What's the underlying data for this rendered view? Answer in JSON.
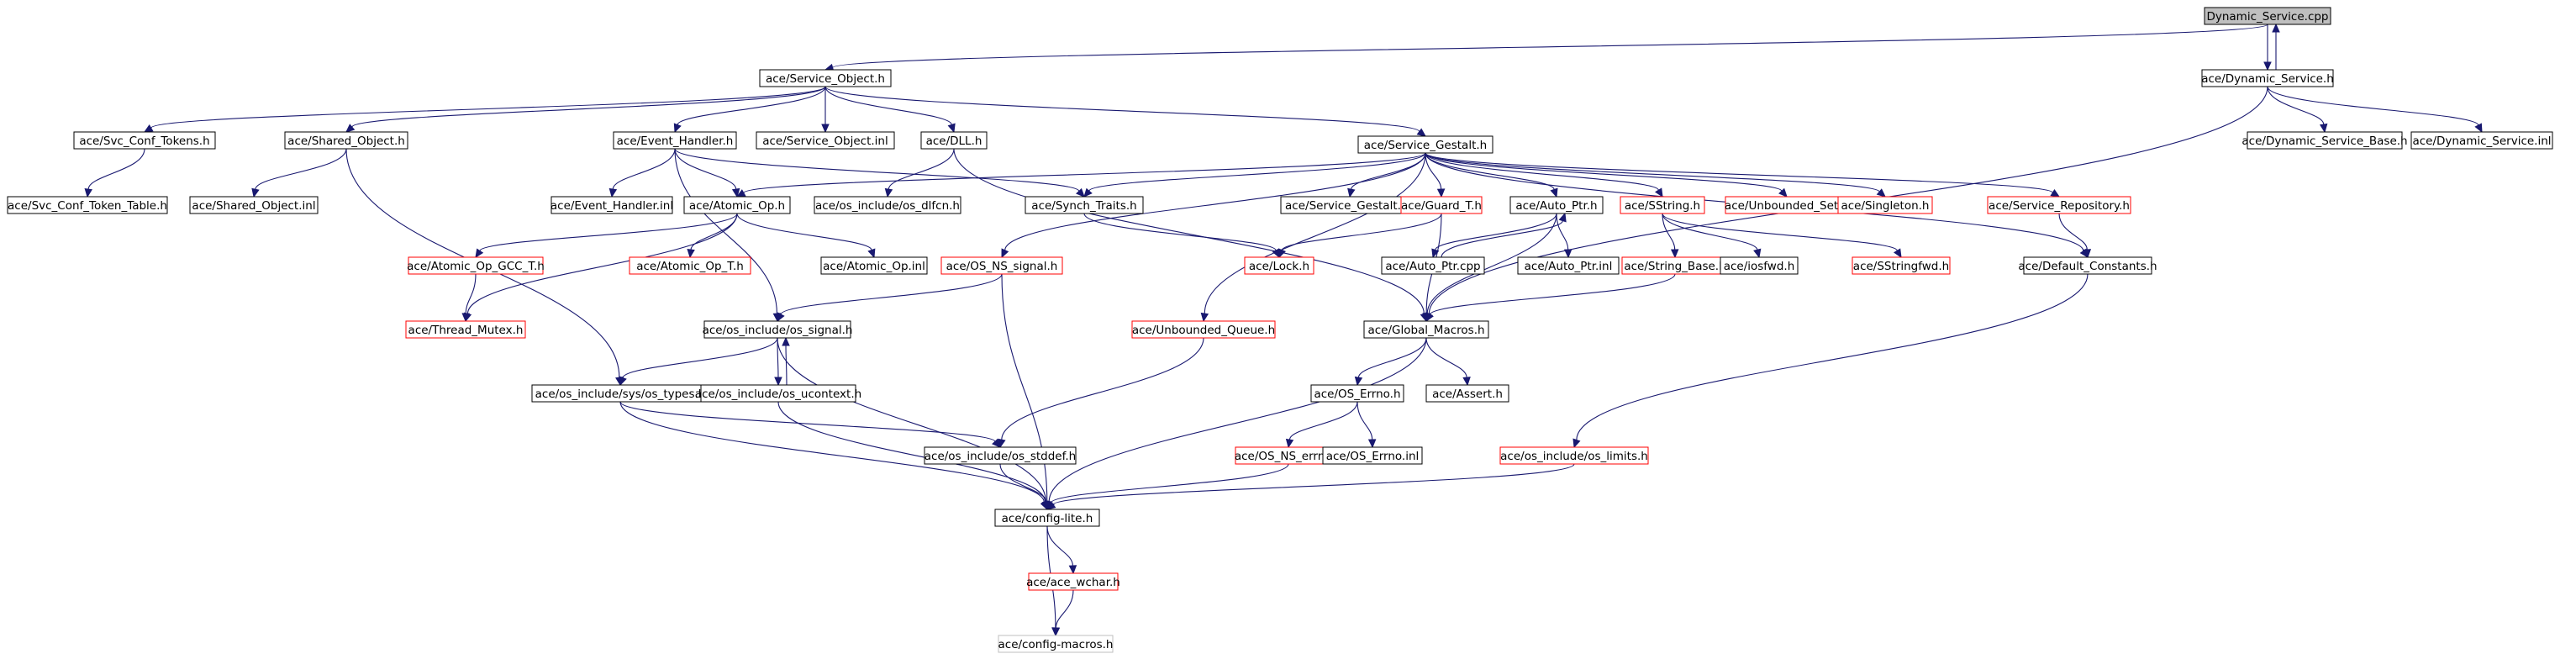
{
  "colors": {
    "edge": "#191970",
    "node_fill": "#ffffff",
    "node_border": "#000000",
    "node_border_incomplete": "#ff0000",
    "node_border_external": "#bfbfbf",
    "root_fill": "#bfbfbf"
  },
  "nodes": [
    {
      "id": "root",
      "label": "Dynamic_Service.cpp",
      "style": "root"
    },
    {
      "id": "dynh",
      "label": "ace/Dynamic_Service.h",
      "style": "normal"
    },
    {
      "id": "so",
      "label": "ace/Service_Object.h",
      "style": "normal"
    },
    {
      "id": "dsb",
      "label": "ace/Dynamic_Service_Base.h",
      "style": "normal"
    },
    {
      "id": "dsinl",
      "label": "ace/Dynamic_Service.inl",
      "style": "normal"
    },
    {
      "id": "sct",
      "label": "ace/Svc_Conf_Tokens.h",
      "style": "normal"
    },
    {
      "id": "shob",
      "label": "ace/Shared_Object.h",
      "style": "normal"
    },
    {
      "id": "eh",
      "label": "ace/Event_Handler.h",
      "style": "normal"
    },
    {
      "id": "soinl",
      "label": "ace/Service_Object.inl",
      "style": "normal"
    },
    {
      "id": "dll",
      "label": "ace/DLL.h",
      "style": "normal"
    },
    {
      "id": "sg",
      "label": "ace/Service_Gestalt.h",
      "style": "normal"
    },
    {
      "id": "sctt",
      "label": "ace/Svc_Conf_Token_Table.h",
      "style": "normal"
    },
    {
      "id": "shoinl",
      "label": "ace/Shared_Object.inl",
      "style": "normal"
    },
    {
      "id": "ehinl",
      "label": "ace/Event_Handler.inl",
      "style": "normal"
    },
    {
      "id": "aop",
      "label": "ace/Atomic_Op.h",
      "style": "normal"
    },
    {
      "id": "dlfcn",
      "label": "ace/os_include/os_dlfcn.h",
      "style": "normal"
    },
    {
      "id": "synch",
      "label": "ace/Synch_Traits.h",
      "style": "normal"
    },
    {
      "id": "sginl",
      "label": "ace/Service_Gestalt.inl",
      "style": "normal"
    },
    {
      "id": "guard",
      "label": "ace/Guard_T.h",
      "style": "incomplete"
    },
    {
      "id": "autoptr",
      "label": "ace/Auto_Ptr.h",
      "style": "normal"
    },
    {
      "id": "sstring",
      "label": "ace/SString.h",
      "style": "incomplete"
    },
    {
      "id": "useth",
      "label": "ace/Unbounded_Set.h",
      "style": "incomplete"
    },
    {
      "id": "singleton",
      "label": "ace/Singleton.h",
      "style": "incomplete"
    },
    {
      "id": "srep",
      "label": "ace/Service_Repository.h",
      "style": "incomplete"
    },
    {
      "id": "aopgcc",
      "label": "ace/Atomic_Op_GCC_T.h",
      "style": "incomplete"
    },
    {
      "id": "aopt",
      "label": "ace/Atomic_Op_T.h",
      "style": "incomplete"
    },
    {
      "id": "aopinl",
      "label": "ace/Atomic_Op.inl",
      "style": "normal"
    },
    {
      "id": "osnssig",
      "label": "ace/OS_NS_signal.h",
      "style": "incomplete"
    },
    {
      "id": "lock",
      "label": "ace/Lock.h",
      "style": "incomplete"
    },
    {
      "id": "autoptrcpp",
      "label": "ace/Auto_Ptr.cpp",
      "style": "normal"
    },
    {
      "id": "autoptrinl",
      "label": "ace/Auto_Ptr.inl",
      "style": "normal"
    },
    {
      "id": "strbase",
      "label": "ace/String_Base.h",
      "style": "incomplete"
    },
    {
      "id": "iosfwd",
      "label": "ace/iosfwd.h",
      "style": "normal"
    },
    {
      "id": "sstrfwd",
      "label": "ace/SStringfwd.h",
      "style": "incomplete"
    },
    {
      "id": "defc",
      "label": "ace/Default_Constants.h",
      "style": "normal"
    },
    {
      "id": "tmutex",
      "label": "ace/Thread_Mutex.h",
      "style": "incomplete"
    },
    {
      "id": "ossignal",
      "label": "ace/os_include/os_signal.h",
      "style": "normal"
    },
    {
      "id": "uqueue",
      "label": "ace/Unbounded_Queue.h",
      "style": "incomplete"
    },
    {
      "id": "gmac",
      "label": "ace/Global_Macros.h",
      "style": "normal"
    },
    {
      "id": "systypes",
      "label": "ace/os_include/sys/os_types.h",
      "style": "normal"
    },
    {
      "id": "ucontext",
      "label": "ace/os_include/os_ucontext.h",
      "style": "normal"
    },
    {
      "id": "oserrno",
      "label": "ace/OS_Errno.h",
      "style": "normal"
    },
    {
      "id": "assert",
      "label": "ace/Assert.h",
      "style": "normal"
    },
    {
      "id": "stddef",
      "label": "ace/os_include/os_stddef.h",
      "style": "normal"
    },
    {
      "id": "osnserrno",
      "label": "ace/OS_NS_errno.h",
      "style": "incomplete"
    },
    {
      "id": "oserrnoinl",
      "label": "ace/OS_Errno.inl",
      "style": "normal"
    },
    {
      "id": "limits",
      "label": "ace/os_include/os_limits.h",
      "style": "incomplete"
    },
    {
      "id": "cfglite",
      "label": "ace/config-lite.h",
      "style": "normal"
    },
    {
      "id": "wchar",
      "label": "ace/ace_wchar.h",
      "style": "incomplete"
    },
    {
      "id": "cfgmac",
      "label": "ace/config-macros.h",
      "style": "external"
    }
  ],
  "edges": [
    [
      "root",
      "dynh"
    ],
    [
      "root",
      "so"
    ],
    [
      "dynh",
      "root"
    ],
    [
      "dynh",
      "dsb"
    ],
    [
      "dynh",
      "dsinl"
    ],
    [
      "dynh",
      "gmac"
    ],
    [
      "so",
      "sct"
    ],
    [
      "so",
      "shob"
    ],
    [
      "so",
      "eh"
    ],
    [
      "so",
      "soinl"
    ],
    [
      "so",
      "dll"
    ],
    [
      "so",
      "sg"
    ],
    [
      "sct",
      "sctt"
    ],
    [
      "shob",
      "shoinl"
    ],
    [
      "shob",
      "systypes"
    ],
    [
      "eh",
      "ehinl"
    ],
    [
      "eh",
      "aop"
    ],
    [
      "eh",
      "synch"
    ],
    [
      "eh",
      "ossignal"
    ],
    [
      "dll",
      "dlfcn"
    ],
    [
      "dll",
      "gmac"
    ],
    [
      "sg",
      "aop"
    ],
    [
      "sg",
      "synch"
    ],
    [
      "sg",
      "sginl"
    ],
    [
      "sg",
      "guard"
    ],
    [
      "sg",
      "autoptr"
    ],
    [
      "sg",
      "sstring"
    ],
    [
      "sg",
      "useth"
    ],
    [
      "sg",
      "singleton"
    ],
    [
      "sg",
      "srep"
    ],
    [
      "sg",
      "osnssig"
    ],
    [
      "sg",
      "uqueue"
    ],
    [
      "sg",
      "defc"
    ],
    [
      "aop",
      "aopgcc"
    ],
    [
      "aop",
      "aopt"
    ],
    [
      "aop",
      "aopinl"
    ],
    [
      "aop",
      "tmutex"
    ],
    [
      "aopgcc",
      "tmutex"
    ],
    [
      "synch",
      "lock"
    ],
    [
      "guard",
      "lock"
    ],
    [
      "guard",
      "gmac"
    ],
    [
      "autoptr",
      "autoptrcpp"
    ],
    [
      "autoptr",
      "autoptrinl"
    ],
    [
      "autoptr",
      "gmac"
    ],
    [
      "autoptrcpp",
      "autoptr"
    ],
    [
      "sstring",
      "strbase"
    ],
    [
      "sstring",
      "iosfwd"
    ],
    [
      "sstring",
      "sstrfwd"
    ],
    [
      "strbase",
      "gmac"
    ],
    [
      "srep",
      "defc"
    ],
    [
      "defc",
      "limits"
    ],
    [
      "osnssig",
      "ossignal"
    ],
    [
      "osnssig",
      "cfglite"
    ],
    [
      "ossignal",
      "systypes"
    ],
    [
      "ossignal",
      "ucontext"
    ],
    [
      "ossignal",
      "cfglite"
    ],
    [
      "ucontext",
      "ossignal"
    ],
    [
      "ucontext",
      "cfglite"
    ],
    [
      "systypes",
      "stddef"
    ],
    [
      "systypes",
      "cfglite"
    ],
    [
      "uqueue",
      "stddef"
    ],
    [
      "gmac",
      "oserrno"
    ],
    [
      "gmac",
      "assert"
    ],
    [
      "gmac",
      "cfglite"
    ],
    [
      "oserrno",
      "osnserrno"
    ],
    [
      "oserrno",
      "oserrnoinl"
    ],
    [
      "osnserrno",
      "cfglite"
    ],
    [
      "stddef",
      "cfglite"
    ],
    [
      "limits",
      "cfglite"
    ],
    [
      "cfglite",
      "wchar"
    ],
    [
      "cfglite",
      "cfgmac"
    ],
    [
      "wchar",
      "cfgmac"
    ]
  ]
}
